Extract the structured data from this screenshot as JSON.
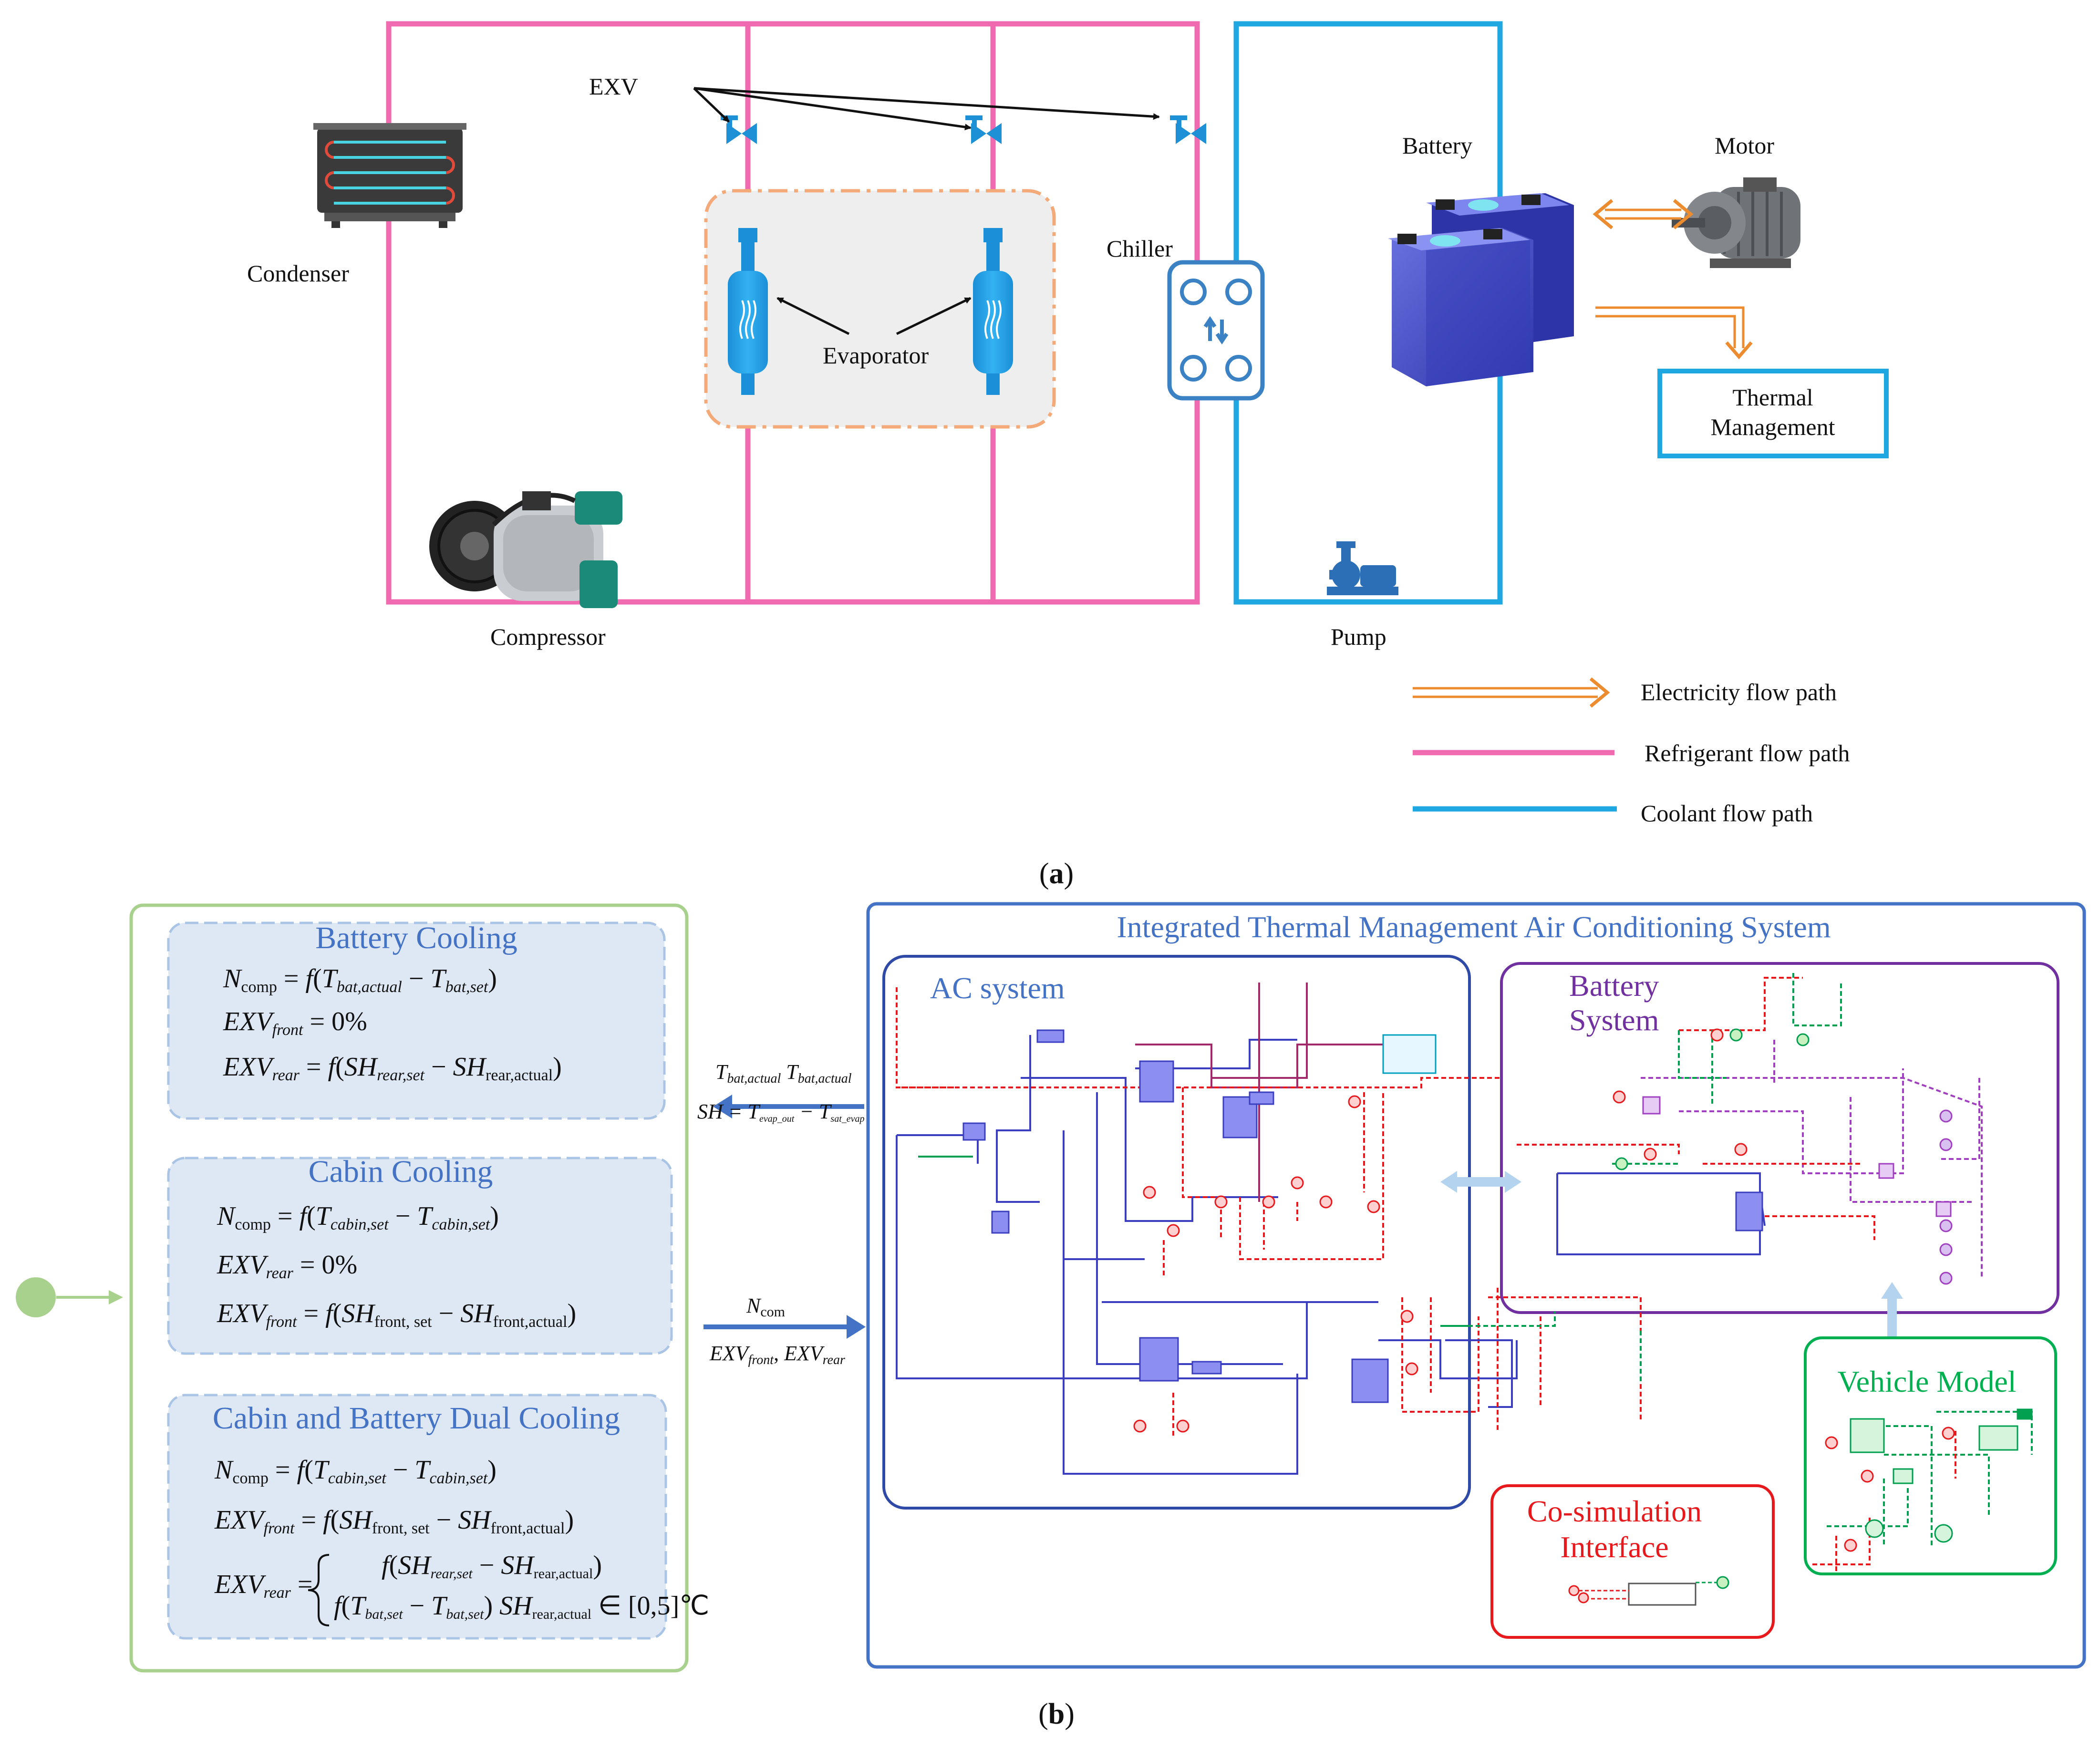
{
  "part_a": {
    "labels": {
      "exv": "EXV",
      "condenser": "Condenser",
      "evaporator": "Evaporator",
      "chiller": "Chiller",
      "compressor": "Compressor",
      "battery": "Battery",
      "motor": "Motor",
      "thermal_management_1": "Thermal",
      "thermal_management_2": "Management",
      "pump": "Pump"
    },
    "legend": [
      {
        "label": "Electricity flow path",
        "color": "#ed8b2f"
      },
      {
        "label": "Refrigerant flow path",
        "color": "#f06ab0"
      },
      {
        "label": "Coolant flow path",
        "color": "#1ea7e1"
      }
    ],
    "caption_open": "(",
    "caption_letter": "a",
    "caption_close": ")"
  },
  "part_b": {
    "control_boxes": [
      {
        "title": "Battery Cooling",
        "lines": [
          "N_comp = f(T_bat,actual − T_bat,set)",
          "EXV_front = 0%",
          "EXV_rear = f(SH_rear,set − SH_rear,actual)"
        ]
      },
      {
        "title": "Cabin Cooling",
        "lines": [
          "N_comp = f(T_cabin,set − T_cabin,set)",
          "EXV_rear = 0%",
          "EXV_front = f(SH_front, set − SH_front,actual)"
        ]
      },
      {
        "title": "Cabin and Battery Dual Cooling",
        "lines": [
          "N_comp = f(T_cabin,set − T_cabin,set)",
          "EXV_front = f(SH_front, set − SH_front,actual)",
          "EXV_rear = { f(SH_rear,set − SH_rear,actual) ; f(T_bat,set − T_bat,set) SH_rear,actual ∈ [0,5]℃ }"
        ]
      }
    ],
    "signals": {
      "upper_1": "T_bat,actual T_bat,actual",
      "upper_2": "SH = T_evap_out − T_sat_evap",
      "lower_1": "N_com",
      "lower_2": "EXV_front, EXV_rear"
    },
    "itms_title": "Integrated Thermal Management Air Conditioning System",
    "ac_title": "AC system",
    "battery_title_1": "Battery",
    "battery_title_2": "System",
    "vehicle_title": "Vehicle Model",
    "cosim_title_1": "Co-simulation",
    "cosim_title_2": "Interface",
    "colors": {
      "refrigerant": "#f06ab0",
      "coolant": "#1ea7e1",
      "electric": "#ed8b2f",
      "control_green": "#a9d18e",
      "ctrl_box_fill": "#dde8f4",
      "itms_blue": "#4472c4",
      "battery_purple": "#7030a0",
      "vehicle_green": "#00b050",
      "cosim_red": "#e8191c"
    },
    "caption_open": "(",
    "caption_letter": "b",
    "caption_close": ")"
  }
}
